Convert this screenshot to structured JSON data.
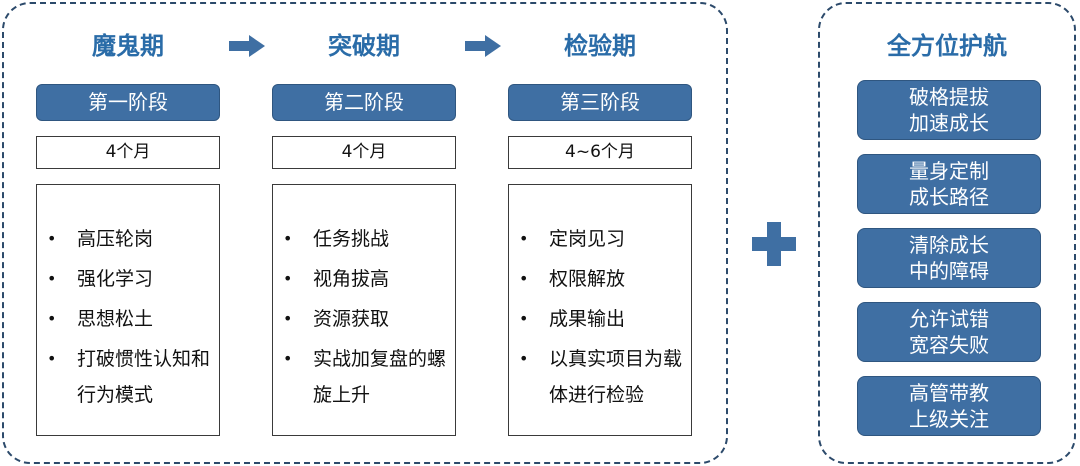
{
  "stages": [
    {
      "title": "魔鬼期",
      "phase": "第一阶段",
      "duration": "4个月",
      "items": [
        "高压轮岗",
        "强化学习",
        "思想松土",
        "打破惯性认知和行为模式"
      ]
    },
    {
      "title": "突破期",
      "phase": "第二阶段",
      "duration": "4个月",
      "items": [
        "任务挑战",
        "视角拔高",
        "资源获取",
        "实战加复盘的螺旋上升"
      ]
    },
    {
      "title": "检验期",
      "phase": "第三阶段",
      "duration": "4~6个月",
      "items": [
        "定岗见习",
        "权限解放",
        "成果输出",
        "以真实项目为载体进行检验"
      ]
    }
  ],
  "bullet": "•",
  "protection": {
    "title": "全方位护航",
    "boxes": [
      [
        "破格提拔",
        "加速成长"
      ],
      [
        "量身定制",
        "成长路径"
      ],
      [
        "清除成长",
        "中的障碍"
      ],
      [
        "允许试错",
        "宽容失败"
      ],
      [
        "高管带教",
        "上级关注"
      ]
    ]
  },
  "colors": {
    "accent_title": "#2a6ca8",
    "box_fill": "#3f6fa3",
    "border": "#2c4a6b",
    "plus": "#3f6fa3"
  }
}
